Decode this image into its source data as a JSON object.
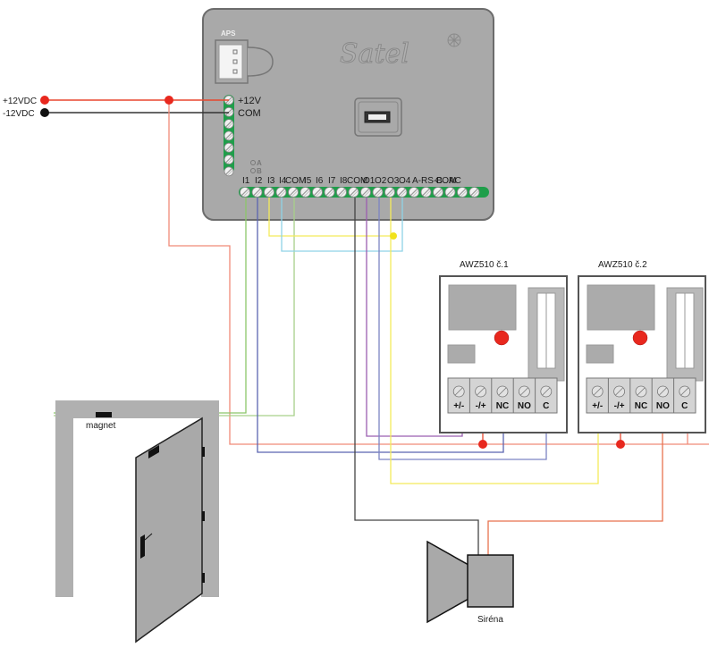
{
  "power": {
    "plus_label": "+12VDC",
    "minus_label": "-12VDC"
  },
  "controller": {
    "brand": "Satel",
    "aps_label": "APS",
    "power_terminals": [
      "+12V",
      "COM"
    ],
    "indicators": [
      "A",
      "B"
    ],
    "terminals": [
      "I1",
      "I2",
      "I3",
      "I4",
      "COM",
      "I5",
      "I6",
      "I7",
      "I8",
      "COM",
      "O1",
      "O2",
      "O3",
      "O4",
      "A-RS-B",
      "COM",
      "AC"
    ]
  },
  "modules": [
    {
      "title": "AWZ510 č.1",
      "terminals": [
        "+/-",
        "-/+",
        "NC",
        "NO",
        "C"
      ]
    },
    {
      "title": "AWZ510 č.2",
      "terminals": [
        "+/-",
        "-/+",
        "NC",
        "NO",
        "C"
      ]
    }
  ],
  "door": {
    "magnet_label": "magnet"
  },
  "siren": {
    "label": "Siréna"
  },
  "colors": {
    "panel": "#a9a9a9",
    "terminal_green": "#1f9e4a",
    "red_dot": "#e8281e",
    "wire_red": "#f08a78",
    "wire_black": "#333333",
    "wire_green": "#8cc56a",
    "wire_blue": "#5a65b0",
    "wire_yellow": "#f3ea5a",
    "wire_cyan": "#8fd2e6",
    "wire_purple": "#9b5fb0"
  }
}
